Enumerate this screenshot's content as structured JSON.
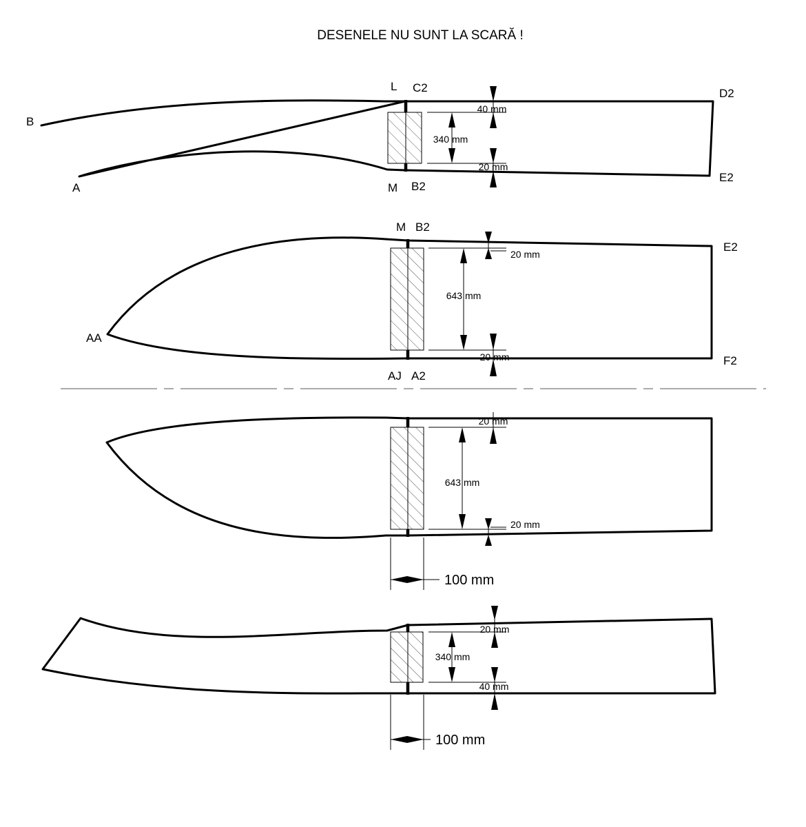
{
  "title": "DESENELE NU SUNT LA SCARĂ !",
  "figures": [
    {
      "id": "figure-1",
      "points": {
        "L": "L",
        "C2": "C2",
        "D2": "D2",
        "B": "B",
        "A": "A",
        "M": "M",
        "B2": "B2",
        "E2": "E2"
      },
      "dimensions": {
        "top": "40 mm",
        "middle": "340 mm",
        "bottom": "20 mm"
      }
    },
    {
      "id": "figure-2",
      "points": {
        "M": "M",
        "B2": "B2",
        "E2": "E2",
        "AA": "AA",
        "AJ": "AJ",
        "A2": "A2",
        "F2": "F2"
      },
      "dimensions": {
        "top": "20 mm",
        "middle": "643 mm",
        "bottom": "20 mm"
      }
    },
    {
      "id": "figure-3",
      "dimensions": {
        "top": "20 mm",
        "middle": "643 mm",
        "bottom": "20 mm",
        "width": "100 mm"
      }
    },
    {
      "id": "figure-4",
      "dimensions": {
        "top": "20 mm",
        "middle": "340 mm",
        "bottom": "40 mm",
        "width": "100 mm"
      }
    }
  ]
}
